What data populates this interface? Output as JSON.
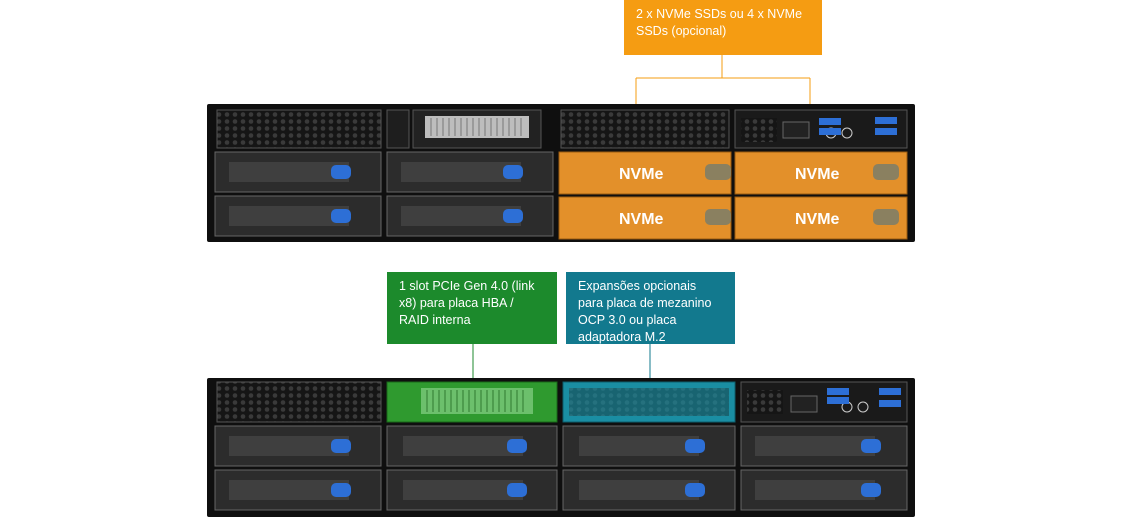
{
  "callouts": {
    "nvme": "2 x NVMe SSDs ou 4 x NVMe SSDs (opcional)",
    "pcie": "1 slot PCIe Gen 4.0 (link x8) para placa HBA / RAID interna",
    "ocp": "Expansões opcionais para placa de mezanino OCP 3.0 ou placa adaptadora M.2"
  },
  "nvme_bays": [
    "NVMe",
    "NVMe",
    "NVMe",
    "NVMe"
  ],
  "colors": {
    "orange": "#f59c12",
    "green": "#1c8a2c",
    "teal": "#12798e",
    "usb_blue": "#2d6fd6"
  },
  "icons": [
    "usb-port-icon",
    "power-button-icon",
    "led-display-icon",
    "drive-latch-icon"
  ]
}
